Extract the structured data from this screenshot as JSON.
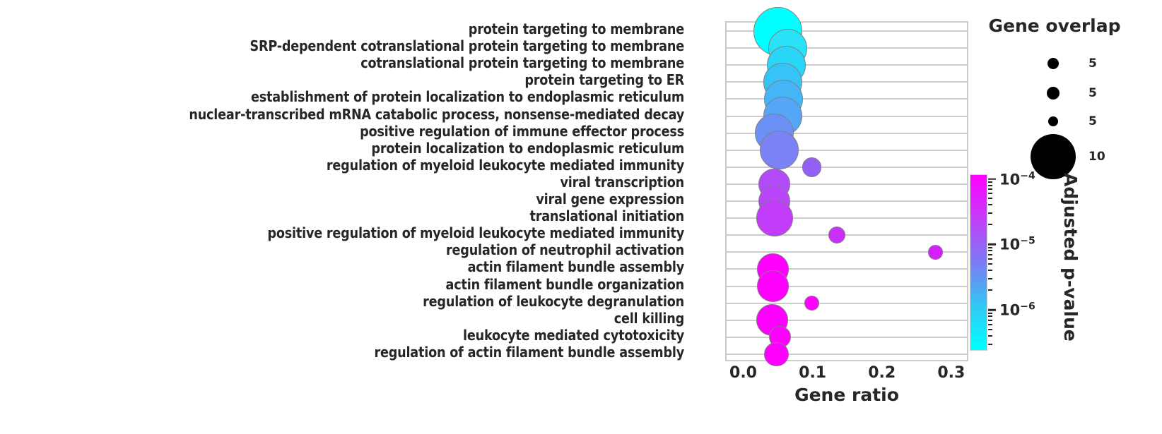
{
  "chart_data": {
    "type": "scatter",
    "title": "",
    "xlabel": "Gene ratio",
    "ylabel": "",
    "xlim": [
      -0.026,
      0.3246
    ],
    "xticks": [
      0.0,
      0.1,
      0.2,
      0.3
    ],
    "xticklabels": [
      "0.0",
      "0.1",
      "0.2",
      "0.3"
    ],
    "grid": "horizontal",
    "categories": [
      "protein targeting to membrane",
      "SRP-dependent cotranslational protein targeting to membrane",
      "cotranslational protein targeting to membrane",
      "protein targeting to ER",
      "establishment of protein localization to endoplasmic reticulum",
      "nuclear-transcribed mRNA catabolic process, nonsense-mediated decay",
      "positive regulation of immune effector process",
      "protein localization to endoplasmic reticulum",
      "regulation of myeloid leukocyte mediated immunity",
      "viral transcription",
      "viral gene expression",
      "translational initiation",
      "positive regulation of myeloid leukocyte mediated immunity",
      "regulation of neutrophil activation",
      "actin filament bundle assembly",
      "actin filament bundle organization",
      "regulation of leukocyte degranulation",
      "cell killing",
      "leukocyte mediated cytotoxicity",
      "regulation of actin filament bundle assembly"
    ],
    "points": [
      {
        "term": "protein targeting to membrane",
        "gene_ratio": 0.048,
        "size": 10,
        "color": "#00ffff",
        "padj": 3e-07
      },
      {
        "term": "SRP-dependent cotranslational protein targeting to membrane",
        "gene_ratio": 0.062,
        "size": 8,
        "color": "#2ae2f8",
        "padj": 5e-07
      },
      {
        "term": "cotranslational protein targeting to membrane",
        "gene_ratio": 0.06,
        "size": 8,
        "color": "#2ad6f7",
        "padj": 6e-07
      },
      {
        "term": "protein targeting to ER",
        "gene_ratio": 0.055,
        "size": 8,
        "color": "#36c3f6",
        "padj": 9e-07
      },
      {
        "term": "establishment of protein localization to endoplasmic reticulum",
        "gene_ratio": 0.056,
        "size": 8,
        "color": "#44b6f7",
        "padj": 1.2e-06
      },
      {
        "term": "nuclear-transcribed mRNA catabolic process, nonsense-mediated decay",
        "gene_ratio": 0.055,
        "size": 8,
        "color": "#54a6f7",
        "padj": 1.6e-06
      },
      {
        "term": "positive regulation of immune effector process",
        "gene_ratio": 0.043,
        "size": 8,
        "color": "#6b90f6",
        "padj": 2.3e-06
      },
      {
        "term": "protein localization to endoplasmic reticulum",
        "gene_ratio": 0.05,
        "size": 8,
        "color": "#7b82f6",
        "padj": 3e-06
      },
      {
        "term": "regulation of myeloid leukocyte mediated immunity",
        "gene_ratio": 0.097,
        "size": 4,
        "color": "#9461f7",
        "padj": 4.5e-06
      },
      {
        "term": "viral transcription",
        "gene_ratio": 0.043,
        "size": 6.5,
        "color": "#b14af8",
        "padj": 7e-06
      },
      {
        "term": "viral gene expression",
        "gene_ratio": 0.043,
        "size": 6.5,
        "color": "#b846f8",
        "padj": 8e-06
      },
      {
        "term": "translational initiation",
        "gene_ratio": 0.043,
        "size": 7.5,
        "color": "#c13df9",
        "padj": 1e-05
      },
      {
        "term": "positive regulation of myeloid leukocyte mediated immunity",
        "gene_ratio": 0.133,
        "size": 3.5,
        "color": "#cc2ffa",
        "padj": 1.4e-05
      },
      {
        "term": "regulation of neutrophil activation",
        "gene_ratio": 0.275,
        "size": 3,
        "color": "#d41ffb",
        "padj": 1.8e-05
      },
      {
        "term": "actin filament bundle assembly",
        "gene_ratio": 0.041,
        "size": 6.5,
        "color": "#ff00ff",
        "padj": 8e-05
      },
      {
        "term": "actin filament bundle organization",
        "gene_ratio": 0.041,
        "size": 6.5,
        "color": "#ff00ff",
        "padj": 9e-05
      },
      {
        "term": "regulation of leukocyte degranulation",
        "gene_ratio": 0.097,
        "size": 3,
        "color": "#ff00ff",
        "padj": 0.0001
      },
      {
        "term": "cell killing",
        "gene_ratio": 0.04,
        "size": 6.5,
        "color": "#ff00ff",
        "padj": 0.0001
      },
      {
        "term": "leukocyte mediated cytotoxicity",
        "gene_ratio": 0.051,
        "size": 4.5,
        "color": "#ff00ff",
        "padj": 0.0001
      },
      {
        "term": "regulation of actin filament bundle assembly",
        "gene_ratio": 0.046,
        "size": 5,
        "color": "#ff00ff",
        "padj": 0.0001
      }
    ],
    "size_legend": {
      "title": "Gene overlap",
      "entries": [
        {
          "label": "5",
          "radius": 8
        },
        {
          "label": "5",
          "radius": 9
        },
        {
          "label": "5",
          "radius": 7
        },
        {
          "label": "10",
          "radius": 32
        }
      ]
    },
    "colorbar": {
      "title": "Adjusted p-value",
      "top_color": "#ff00ff",
      "bottom_color": "#00ffff",
      "ticklabels": [
        "10⁻⁴",
        "10⁻⁵",
        "10⁻⁶"
      ],
      "tick_values": [
        0.0001,
        1e-05,
        1e-06
      ]
    }
  }
}
